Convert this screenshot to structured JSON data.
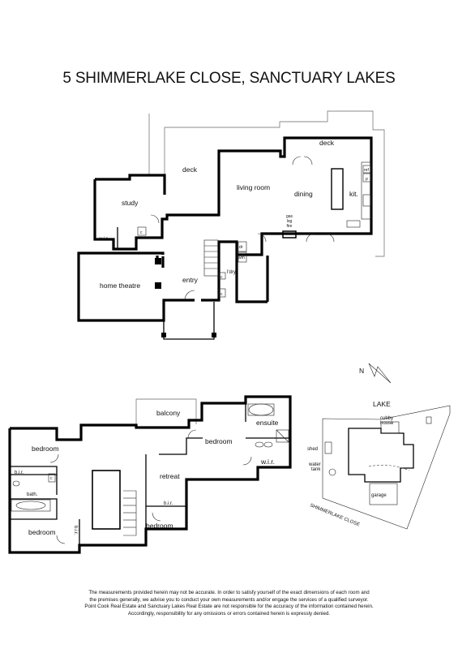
{
  "title": "5 SHIMMERLAKE CLOSE, SANCTUARY LAKES",
  "ground_floor": {
    "rooms": {
      "deck_upper": "deck",
      "deck_left": "deck",
      "living_room": "living room",
      "dining": "dining",
      "kitchen": "kit.",
      "study": "study",
      "wir": "w.i.r.",
      "home_theatre": "home theatre",
      "entry": "entry",
      "laundry": "l'dry",
      "fireplace": [
        "gas",
        "log",
        "fire"
      ],
      "ref": "ref",
      "pantry": "p",
      "cupboard": "c",
      "dryer": "dr",
      "washer": "wm"
    }
  },
  "first_floor": {
    "rooms": {
      "balcony": "balcony",
      "bedroom_left": "bedroom",
      "bedroom_main": "bedroom",
      "bedroom_bottom_left": "bedroom",
      "bedroom_bottom_mid": "bedroom",
      "ensuite": "ensuite",
      "wir": "w.i.r.",
      "retreat": "retreat",
      "bir_1": "b.i.r.",
      "bir_2": "b.i.r.",
      "bir_3": "b.i.r.",
      "bath": "bath.",
      "cupboard": "c"
    }
  },
  "site_plan": {
    "lake": "LAKE",
    "cubby_house": [
      "cubby",
      "house"
    ],
    "shed": "shed",
    "water_tank": [
      "water",
      "tank"
    ],
    "garage": "garage",
    "street": "SHIMMERLAKE CLOSE"
  },
  "compass": "N",
  "disclaimer": [
    "The measurements provided herein may not be accurate.  In order to satisfy yourself of the exact dimensions of each room and",
    "the premises generally, we advise you to conduct your own measurements and/or engage the services of a qualified surveyor.",
    "Point Cook Real Estate and Sanctuary Lakes Real Estate are not responsible for the accuracy of the information contained herein.",
    "Accordingly, responsibility for any omissions or errors contained herein is expressly denied."
  ]
}
